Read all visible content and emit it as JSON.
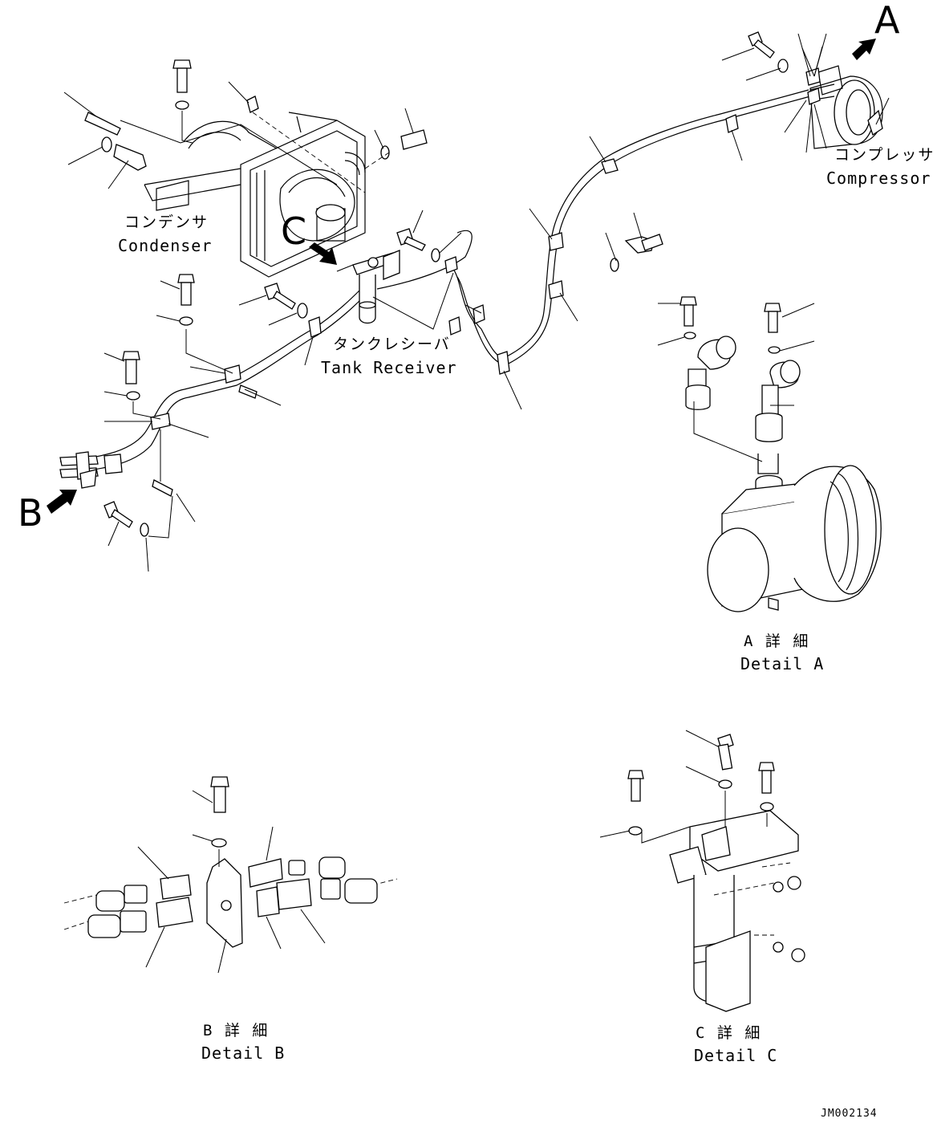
{
  "callouts": {
    "view_a": "A",
    "view_b": "B",
    "view_c": "C"
  },
  "labels": {
    "condenser_jp": "コンデンサ",
    "condenser_en": "Condenser",
    "compressor_jp": "コンプレッサ",
    "compressor_en": "Compressor",
    "tank_receiver_jp": "タンクレシーバ",
    "tank_receiver_en": "Tank Receiver"
  },
  "details": {
    "a_jp": "A 詳 細",
    "a_en": "Detail A",
    "b_jp": "B 詳 細",
    "b_en": "Detail B",
    "c_jp": "C 詳 細",
    "c_en": "Detail C"
  },
  "drawing_ref": "JM002134"
}
